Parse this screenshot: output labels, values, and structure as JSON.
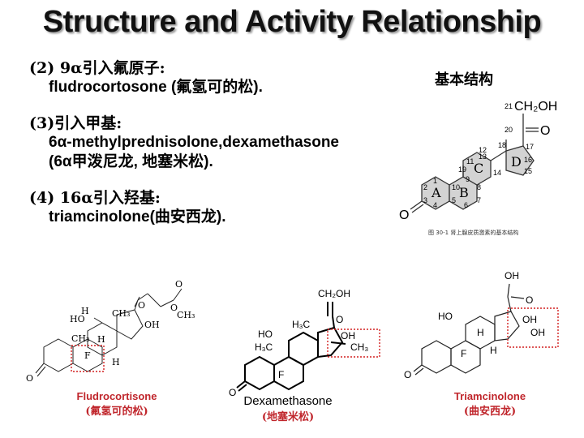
{
  "title": "Structure and Activity Relationship",
  "items": [
    {
      "num": "(2) 9α引入氟原子:",
      "line2": "fludrocortosone (氟氢可的松)."
    },
    {
      "num": "(3)引入甲基:",
      "line2": "6α-methylprednisolone,dexamethasone",
      "line3": "(6α甲泼尼龙, 地塞米松)."
    },
    {
      "num": "(4) 16α引入羟基:",
      "line2": "triamcinolone(曲安西龙)."
    }
  ],
  "basic_structure": {
    "label": "基本结构",
    "caption": "图 30-1  肾上腺皮质激素的基本结构",
    "ring_labels": [
      "A",
      "B",
      "C",
      "D"
    ],
    "atoms": {
      "n21": "21",
      "ch2oh": "CH₂OH",
      "n20": "20",
      "o_top": "O",
      "n19": "19",
      "n18": "18",
      "n17": "17",
      "n16": "16",
      "n15": "15",
      "n14": "14",
      "n13": "13",
      "n12": "12",
      "n11": "11",
      "n9": "9",
      "n10": "10",
      "n8": "8",
      "n7": "7",
      "n6": "6",
      "n5": "5",
      "n4": "4",
      "n3": "3",
      "n2": "2",
      "n1": "1",
      "o_left": "O"
    }
  },
  "molecules": [
    {
      "name": "Fludrocortisone",
      "cn": "(氟氢可的松)",
      "labels": {
        "h_top": "H",
        "ho": "HO",
        "ch3a": "CH₃",
        "ch3b": "CH₃",
        "h_mid": "H",
        "f": "F",
        "h_low": "H",
        "oh": "OH",
        "o_keto": "O",
        "o_ester": "O",
        "ch3_ester": "CH₃",
        "o_left": "O"
      }
    },
    {
      "name": "Dexamethasone",
      "cn": "(地塞米松)",
      "labels": {
        "ch2oh": "CH₂OH",
        "o": "O",
        "ho": "HO",
        "h3c_a": "H₃C",
        "h3c_b": "H₃C",
        "oh": "OH",
        "ch3": "CH₃",
        "f": "F",
        "o_left": "O"
      }
    },
    {
      "name": "Triamcinolone",
      "cn": "(曲安西龙)",
      "labels": {
        "oh_top": "OH",
        "o": "O",
        "ho": "HO",
        "oh1": "OH",
        "oh2": "OH",
        "h_a": "H",
        "h_b": "H",
        "f": "F",
        "o_left": "O"
      }
    }
  ],
  "colors": {
    "caption_red": "#c0262c",
    "box_red": "#d22020"
  }
}
